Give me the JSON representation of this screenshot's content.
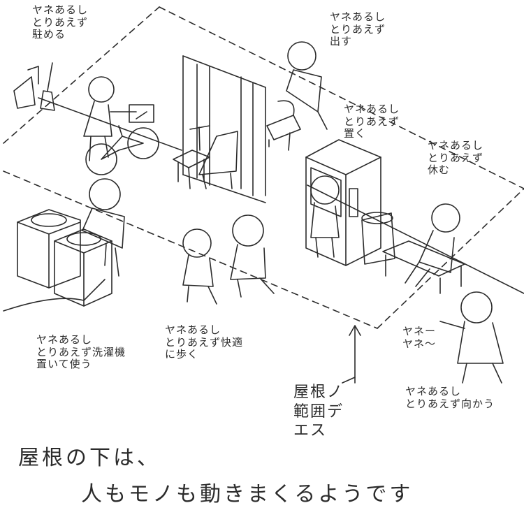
{
  "labels": {
    "park": "ヤネあるし\nとりあえず\n駐める",
    "out": "ヤネあるし\nとりあえず\n出す",
    "place": "ヤネあるし\nとりあえず\n置く",
    "rest": "ヤネあるし\nとりあえず\n休む",
    "wash": "ヤネあるし\nとりあえず洗濯機\n置いて使う",
    "walk": "ヤネあるし\nとりあえず快適\nに歩く",
    "call": "ヤネー\nヤネ〜",
    "head": "ヤネあるし\nとりあえず向かう",
    "roof": "屋根ノ\n範囲デ\nエス"
  },
  "caption": {
    "line1": "屋根の下は、",
    "line2": "人もモノも動きまくるようです"
  },
  "colors": {
    "ink": "#2b2b2b",
    "paper": "#ffffff"
  }
}
